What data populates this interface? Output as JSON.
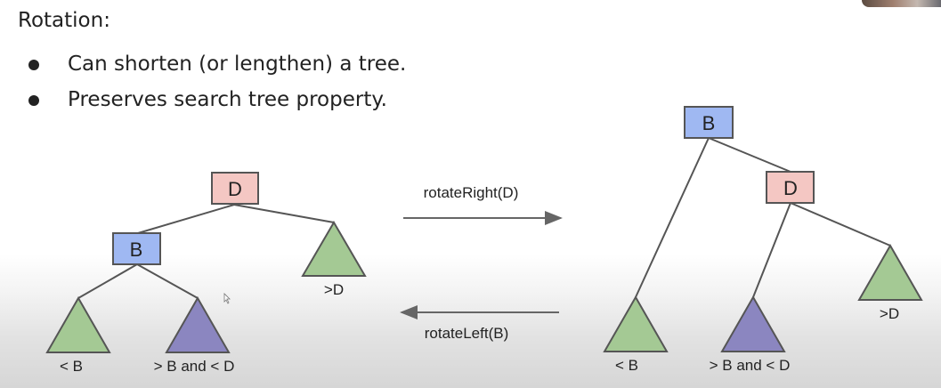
{
  "slide": {
    "title": "Rotation:",
    "bullets": [
      "Can shorten (or lengthen) a tree.",
      "Preserves search tree property."
    ]
  },
  "colors": {
    "node_b": "#9fb8f2",
    "node_d": "#f4c7c3",
    "subtree_green": "#a4c994",
    "subtree_purple": "#8b86c0",
    "edge": "#555555",
    "arrow": "#666666"
  },
  "left_tree": {
    "root": "D",
    "child": "B",
    "subtree_right": ">D",
    "subtree_left": "< B",
    "subtree_middle": "> B and < D"
  },
  "right_tree": {
    "root": "B",
    "child": "D",
    "subtree_right": ">D",
    "subtree_left": "< B",
    "subtree_middle": "> B and < D"
  },
  "arrows": {
    "forward": "rotateRight(D)",
    "backward": "rotateLeft(B)"
  }
}
